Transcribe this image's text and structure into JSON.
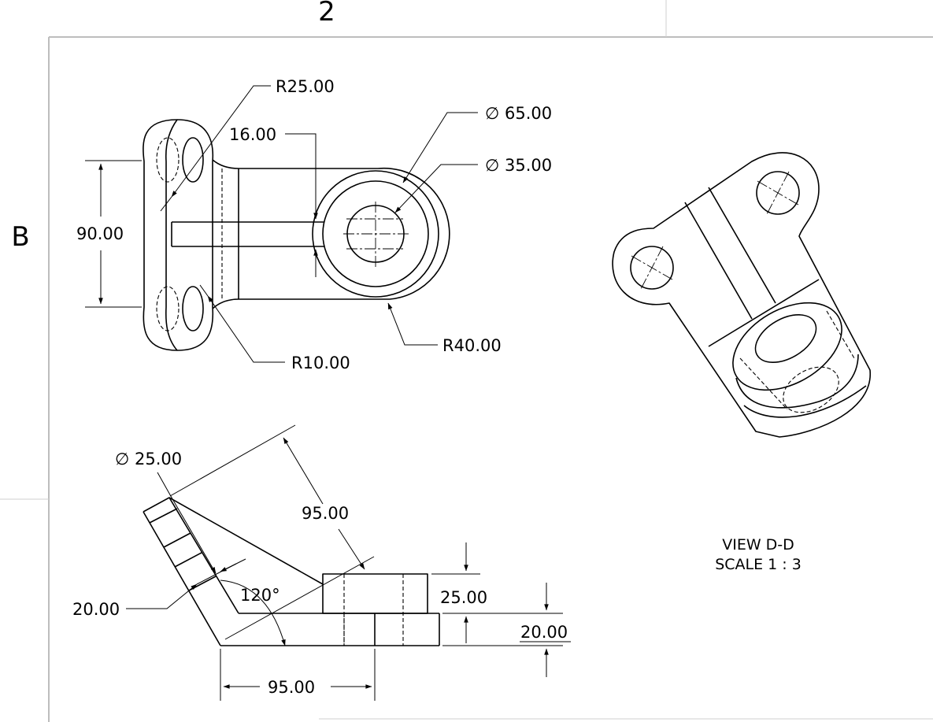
{
  "sheet": {
    "zone_column": "2",
    "zone_row": "B"
  },
  "top_view": {
    "dims": {
      "r25": "R25.00",
      "d16": "16.00",
      "d90": "90.00",
      "r10": "R10.00",
      "dia65": "∅ 65.00",
      "dia35": "∅ 35.00",
      "r40": "R40.00"
    }
  },
  "front_view": {
    "dims": {
      "dia25": "∅ 25.00",
      "d95_slant": "95.00",
      "d20_left": "20.00",
      "angle120": "120°",
      "d25": "25.00",
      "d20_right": "20.00",
      "d95_bottom": "95.00"
    }
  },
  "section_view": {
    "title": "VIEW D-D",
    "scale": "SCALE 1 : 3"
  }
}
